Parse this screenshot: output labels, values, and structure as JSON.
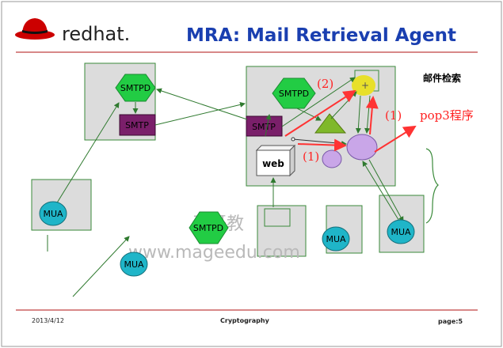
{
  "header": {
    "brand": "redhat.",
    "title": "MRA: Mail Retrieval Agent"
  },
  "diagram": {
    "annotation_cn": "邮件检索",
    "nodes": {
      "smtpd_left": "SMTPD",
      "smtp_left": "SMTP",
      "smtpd_right": "SMTPD",
      "smtp_right": "SMTP",
      "web": "web",
      "smtpd_bottom": "SMTPD",
      "mua_left": "MUA",
      "mua_bottom": "MUA",
      "mua_center": "MUA",
      "mua_right": "MUA"
    },
    "labels": {
      "step2": "(2)",
      "step1_right": "(1)",
      "step1_left": "(1)",
      "pop3": "pop3程序"
    },
    "watermark": {
      "line1": "马哥教",
      "line2": "www.mageedu.com"
    }
  },
  "footer": {
    "date": "2013/4/12",
    "subject": "Cryptography",
    "page": "page:5"
  },
  "colors": {
    "title_blue": "#1a3fb0",
    "brand_red": "#cc0000",
    "hexagon_green": "#22cc44",
    "smtp_purple": "#7a1f6a",
    "mua_teal": "#1fb5c8",
    "arrow_green": "#2f7a2f",
    "arrow_red": "#ff3333",
    "mailbox_lavender": "#c9a6e8",
    "marker_yellow": "#e8e02a",
    "divider_red": "#b01010",
    "box_gray": "#dcdcdc"
  }
}
